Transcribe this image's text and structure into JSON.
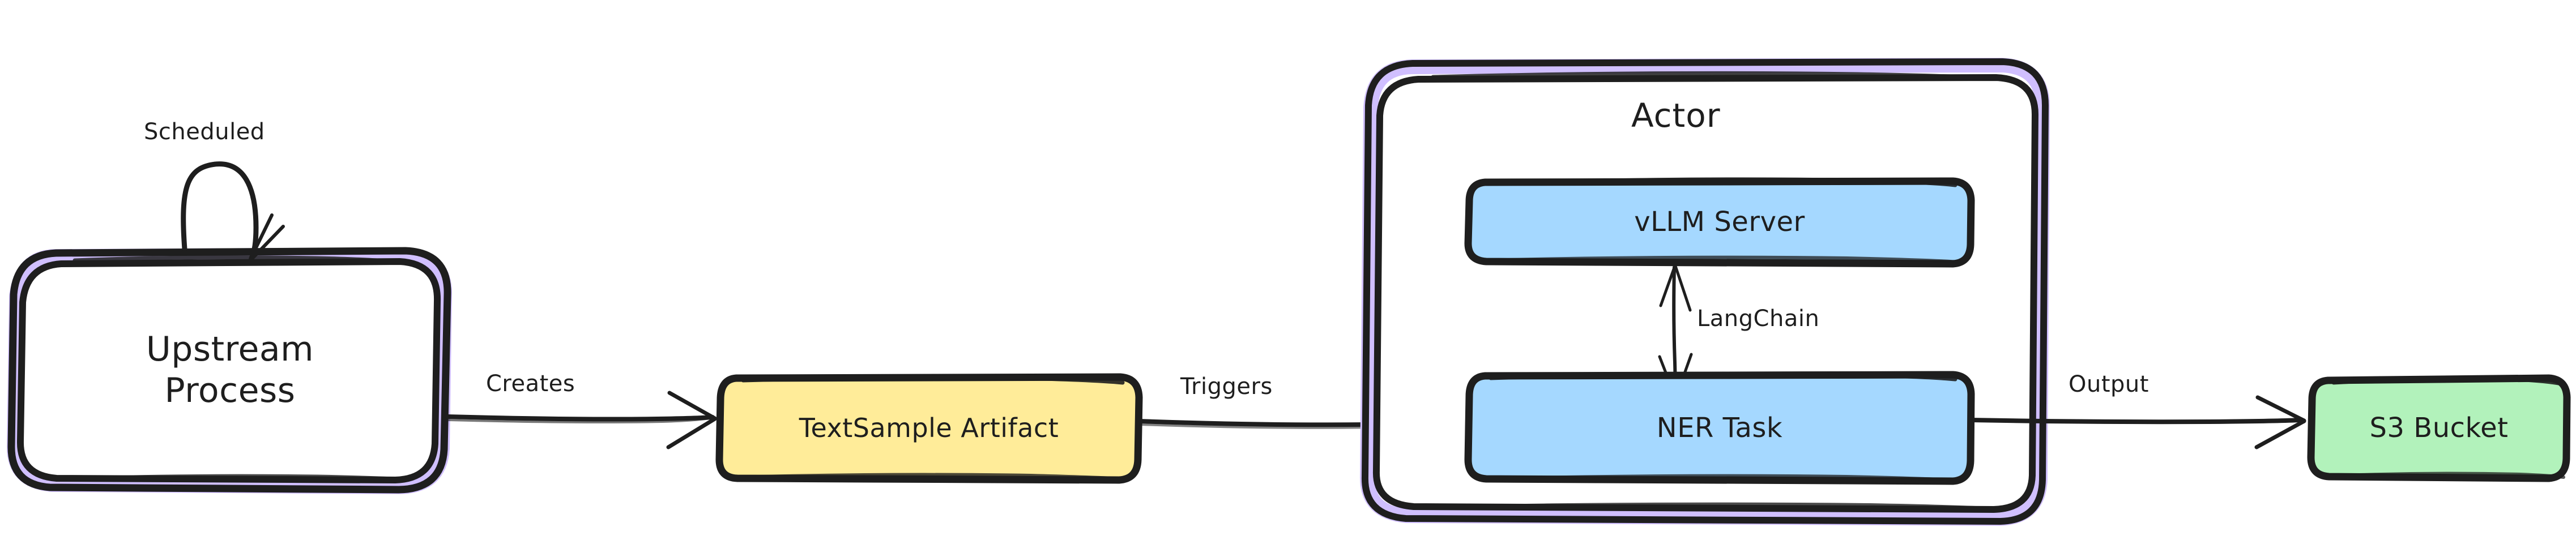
{
  "diagram": {
    "type": "flowchart",
    "direction": "left-to-right",
    "background": "#ffffff",
    "style": "hand-drawn-sketch",
    "stroke_color": "#1e1e1e"
  },
  "nodes": {
    "upstream_process": {
      "label": "Upstream\nProcess",
      "shape": "rounded-rectangle",
      "fill": "#ffffff",
      "border": "#d0bfff",
      "border_style": "double"
    },
    "textsample_artifact": {
      "label": "TextSample Artifact",
      "shape": "rounded-rectangle",
      "fill": "#ffec99",
      "border": "#1e1e1e"
    },
    "vllm_server": {
      "label": "vLLM Server",
      "shape": "rounded-rectangle",
      "fill": "#a5d8ff",
      "border": "#1e1e1e"
    },
    "ner_task": {
      "label": "NER Task",
      "shape": "rounded-rectangle",
      "fill": "#a5d8ff",
      "border": "#1e1e1e"
    },
    "s3_bucket": {
      "label": "S3 Bucket",
      "shape": "rounded-rectangle",
      "fill": "#b2f2bb",
      "border": "#1e1e1e"
    }
  },
  "groups": {
    "actor": {
      "title": "Actor",
      "fill": "#ffffff",
      "border": "#d0bfff",
      "border_style": "double",
      "contains": [
        "vllm_server",
        "ner_task"
      ]
    }
  },
  "edges": [
    {
      "id": "scheduled",
      "label": "Scheduled",
      "from": "upstream_process",
      "to": "upstream_process",
      "kind": "self-loop",
      "arrowhead": "single"
    },
    {
      "id": "creates",
      "label": "Creates",
      "from": "upstream_process",
      "to": "textsample_artifact",
      "kind": "straight",
      "arrowhead": "single"
    },
    {
      "id": "triggers",
      "label": "Triggers",
      "from": "textsample_artifact",
      "to": "ner_task",
      "kind": "straight",
      "arrowhead": "single"
    },
    {
      "id": "langchain",
      "label": "LangChain",
      "from": "vllm_server",
      "to": "ner_task",
      "kind": "vertical",
      "arrowhead": "double"
    },
    {
      "id": "output",
      "label": "Output",
      "from": "ner_task",
      "to": "s3_bucket",
      "kind": "straight",
      "arrowhead": "single"
    }
  ]
}
